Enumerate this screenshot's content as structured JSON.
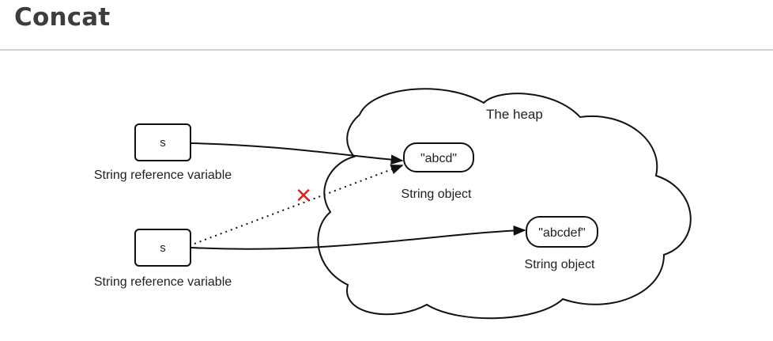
{
  "header": {
    "title": "Concat"
  },
  "diagram": {
    "heap_label": "The heap",
    "ref_top": {
      "var_name": "s",
      "caption": "String reference variable"
    },
    "ref_bottom": {
      "var_name": "s",
      "caption": "String reference variable"
    },
    "object_old": {
      "value": "\"abcd\"",
      "caption": "String object"
    },
    "object_new": {
      "value": "\"abcdef\"",
      "caption": "String object"
    },
    "broken_link_marker": "✕",
    "colors": {
      "stroke": "#111111",
      "marker": "#e02020",
      "rule": "#cfcfcf",
      "title": "#3d3d3d"
    }
  }
}
